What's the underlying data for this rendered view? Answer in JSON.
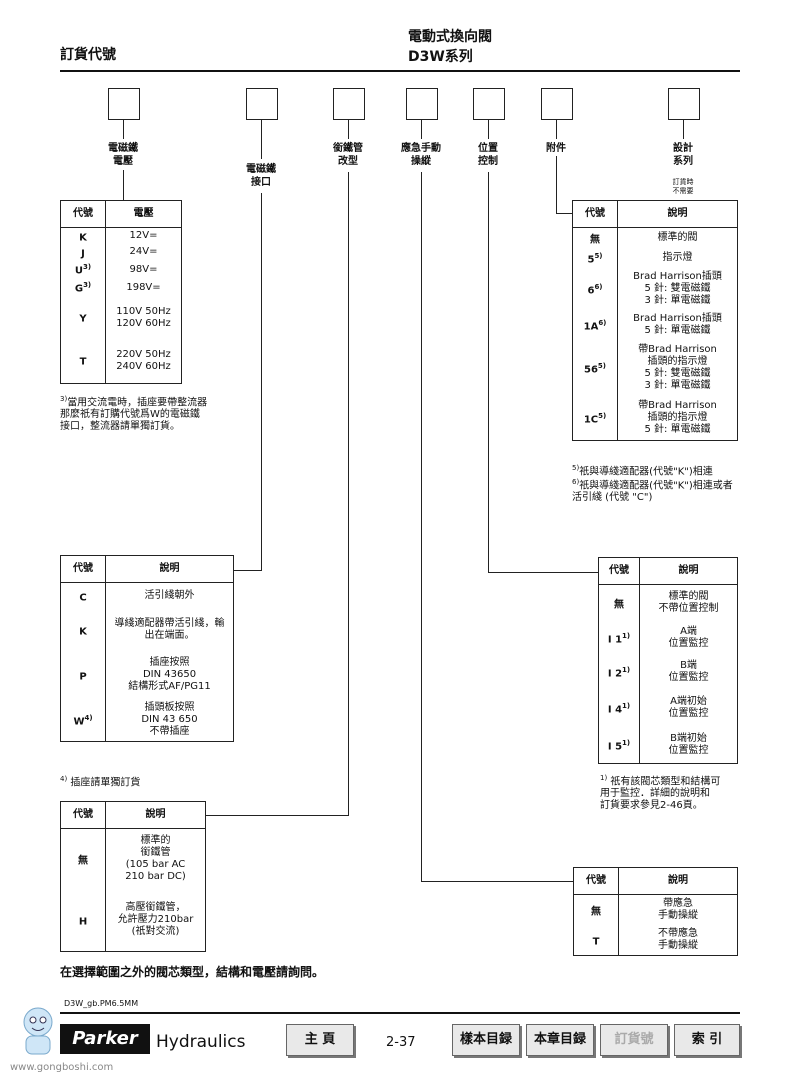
{
  "header": {
    "left_title": "訂貨代號",
    "right_title_1": "電動式換向閥",
    "right_title_2": "D3W系列"
  },
  "labels": {
    "solenoid_voltage": "電磁鐵\n電壓",
    "solenoid_connector": "電磁鐵\n接口",
    "tube": "銜鐵管\n改型",
    "manual": "應急手動\n操縱",
    "position": "位置\n控制",
    "accessory": "附件",
    "design": "設計\n系列",
    "design_note": "訂貨時\n不需要"
  },
  "voltage_table": {
    "headers": [
      "代號",
      "電壓"
    ],
    "rows": [
      {
        "code": "K",
        "sup": "",
        "desc": "12V="
      },
      {
        "code": "J",
        "sup": "",
        "desc": "24V="
      },
      {
        "code": "U",
        "sup": "3)",
        "desc": "98V="
      },
      {
        "code": "G",
        "sup": "3)",
        "desc": "198V="
      },
      {
        "code": "Y",
        "sup": "",
        "desc": "110V 50Hz\n120V 60Hz"
      },
      {
        "code": "T",
        "sup": "",
        "desc": "220V 50Hz\n240V 60Hz"
      }
    ],
    "note_sup": "3)",
    "note": "當用交流電時，插座要帶整流器\n那麼祇有訂購代號爲W的電磁鐵\n接口，整流器請單獨訂貨。"
  },
  "accessory_table": {
    "headers": [
      "代號",
      "說明"
    ],
    "rows": [
      {
        "code": "無",
        "sup": "",
        "desc": "標準的閥"
      },
      {
        "code": "5",
        "sup": "5)",
        "desc": "指示燈"
      },
      {
        "code": "6",
        "sup": "6)",
        "desc": "Brad Harrison插頭\n5 針:      雙電磁鐵\n3 針:      單電磁鐵"
      },
      {
        "code": "1A",
        "sup": "6)",
        "desc": "Brad Harrison插頭\n5 針:      單電磁鐵"
      },
      {
        "code": "56",
        "sup": "5)",
        "desc": "帶Brad Harrison\n插頭的指示燈\n5 針:      雙電磁鐵\n3 針:      單電磁鐵"
      },
      {
        "code": "1C",
        "sup": "5)",
        "desc": "帶Brad Harrison\n插頭的指示燈\n5 針:      單電磁鐵"
      }
    ],
    "note1_sup": "5)",
    "note1": "祇與導綫適配器(代號\"K\")相連",
    "note2_sup": "6)",
    "note2": "祇與導綫適配器(代號\"K\")相連或者\n活引綫 (代號 \"C\")"
  },
  "connector_table": {
    "headers": [
      "代號",
      "說明"
    ],
    "rows": [
      {
        "code": "C",
        "sup": "",
        "desc": "活引綫朝外"
      },
      {
        "code": "K",
        "sup": "",
        "desc": "導綫適配器帶活引綫，輸\n出在端面。"
      },
      {
        "code": "P",
        "sup": "",
        "desc": "插座按照\nDIN 43650\n結構形式AF/PG11"
      },
      {
        "code": "W",
        "sup": "4)",
        "desc": "插頭板按照\nDIN 43 650\n不帶插座"
      }
    ],
    "note_sup": "4)",
    "note": "插座請單獨訂貨"
  },
  "position_table": {
    "headers": [
      "代號",
      "說明"
    ],
    "rows": [
      {
        "code": "無",
        "sup": "",
        "desc": "標準的閥\n不帶位置控制"
      },
      {
        "code": "I 1",
        "sup": "1)",
        "desc": "A端\n位置監控"
      },
      {
        "code": "I 2",
        "sup": "1)",
        "desc": "B端\n位置監控"
      },
      {
        "code": "I 4",
        "sup": "1)",
        "desc": "A端初始\n位置監控"
      },
      {
        "code": "I 5",
        "sup": "1)",
        "desc": "B端初始\n位置監控"
      }
    ],
    "note_sup": "1)",
    "note": "祇有該閥芯類型和結構可\n用于監控．詳細的說明和\n訂貨要求參見2-46頁。"
  },
  "tube_table": {
    "headers": [
      "代號",
      "說明"
    ],
    "rows": [
      {
        "code": "無",
        "sup": "",
        "desc": "標準的\n銜鐵管\n(105 bar AC\n210 bar DC)"
      },
      {
        "code": "H",
        "sup": "",
        "desc": "高壓銜鐵管，\n允許壓力210bar\n(祇對交流)"
      }
    ]
  },
  "manual_table": {
    "headers": [
      "代號",
      "說明"
    ],
    "rows": [
      {
        "code": "無",
        "sup": "",
        "desc": "帶應急\n手動操縱"
      },
      {
        "code": "T",
        "sup": "",
        "desc": "不帶應急\n手動操縱"
      }
    ]
  },
  "bottom_note": "在選擇範圍之外的閥芯類型，結構和電壓請詢問。",
  "footer": {
    "doc_name": "D3W_gb.PM6.5MM",
    "logo": "Parker",
    "brand": "Hydraulics",
    "nav": [
      "主 頁",
      "樣本目録",
      "本章目録",
      "訂貨號",
      "索 引"
    ],
    "page": "2-37",
    "watermark": "www.gongboshi.com"
  }
}
